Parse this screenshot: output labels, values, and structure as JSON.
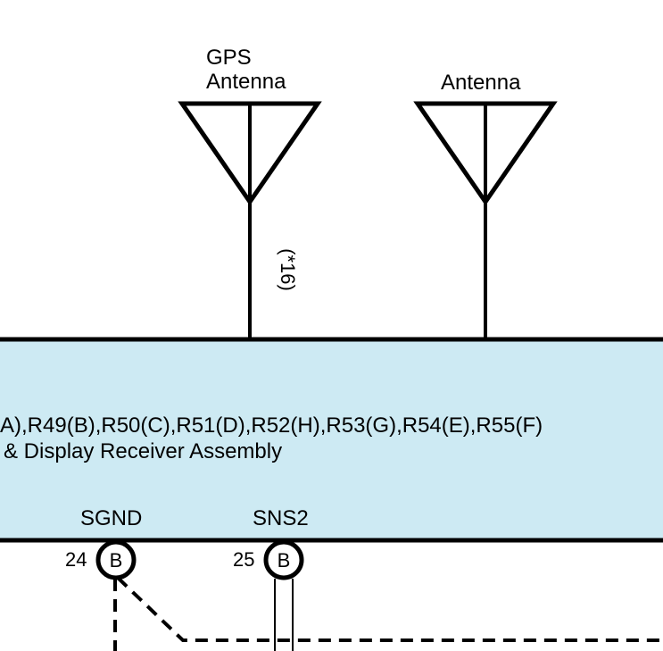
{
  "antennas": [
    {
      "label_lines": [
        "GPS",
        "Antenna"
      ],
      "wire_note": "(*16)"
    },
    {
      "label_lines": [
        "Antenna"
      ]
    }
  ],
  "component": {
    "connectors_line": "A),R49(B),R50(C),R51(D),R52(H),R53(G),R54(E),R55(F)",
    "name": "& Display Receiver Assembly",
    "fill_color": "#cdeaf3"
  },
  "terminals": [
    {
      "name": "SGND",
      "pin": "24",
      "connector": "B"
    },
    {
      "name": "SNS2",
      "pin": "25",
      "connector": "B"
    }
  ]
}
